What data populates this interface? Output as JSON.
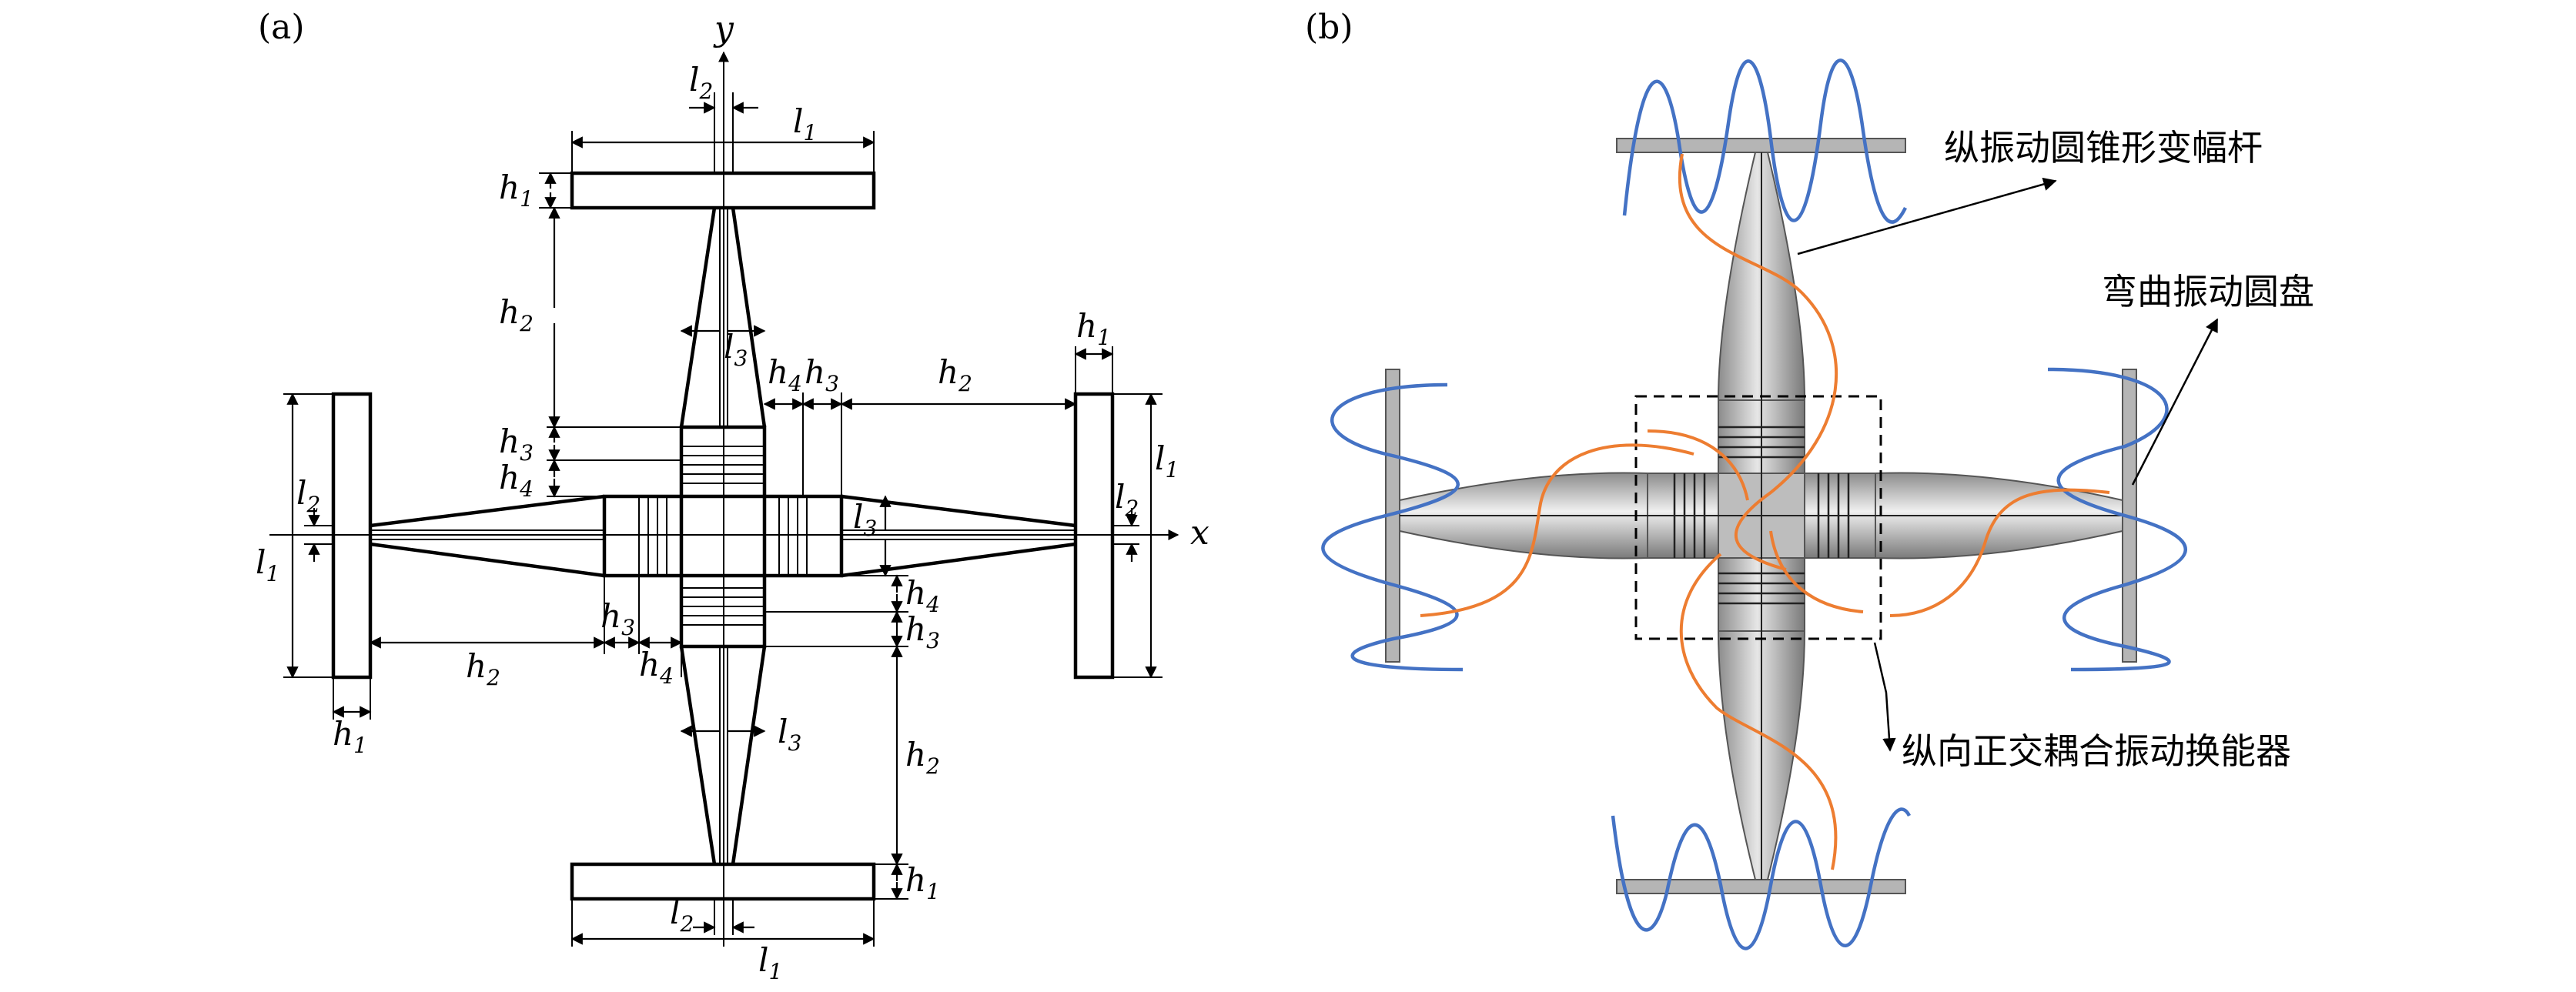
{
  "panel_a": {
    "label": "(a)",
    "axis_y": "y",
    "axis_x": "x",
    "dims": {
      "l1": "l1",
      "l2": "l2",
      "l3": "l3",
      "h1": "h1",
      "h2": "h2",
      "h3": "h3",
      "h4": "h4"
    }
  },
  "panel_b": {
    "label": "(b)",
    "annotations": {
      "horn": "纵振动圆锥形变幅杆",
      "disc": "弯曲振动圆盘",
      "transducer": "纵向正交耦合振动换能器"
    },
    "colors": {
      "flexural_wave": "#4472c4",
      "longitudinal_wave": "#ed7d31",
      "metal_light": "#d9d9d9",
      "metal_dark": "#7f7f7f"
    }
  }
}
